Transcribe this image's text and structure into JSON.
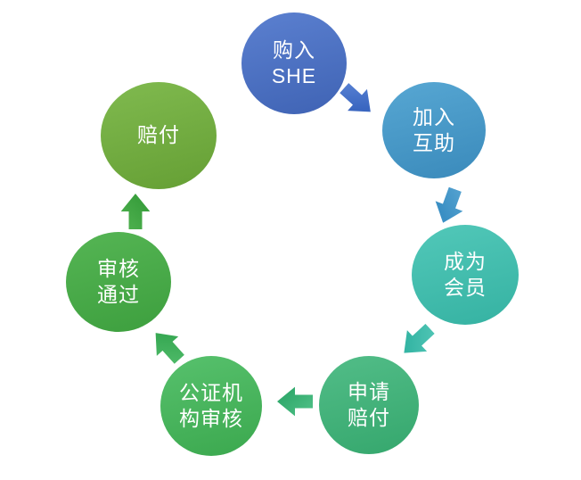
{
  "diagram": {
    "type": "cycle",
    "background": "#ffffff",
    "text_color": "#ffffff",
    "nodes": [
      {
        "id": "buy-she",
        "label": "购入SHE",
        "line1": "购入",
        "line2": "SHE",
        "color_light": "#5b80d0",
        "color_dark": "#3f63b4"
      },
      {
        "id": "join-mutual-aid",
        "label": "加入互助",
        "line1": "加入",
        "line2": "互助",
        "color_light": "#57a7d3",
        "color_dark": "#3a8abb"
      },
      {
        "id": "become-member",
        "label": "成为会员",
        "line1": "成为",
        "line2": "会员",
        "color_light": "#52c8b9",
        "color_dark": "#35b2a2"
      },
      {
        "id": "apply-compensation",
        "label": "申请赔付",
        "line1": "申请",
        "line2": "赔付",
        "color_light": "#52bd88",
        "color_dark": "#35a76d"
      },
      {
        "id": "notary-review",
        "label": "公证机构审核",
        "line1": "公证机",
        "line2": "构审核",
        "color_light": "#57c16d",
        "color_dark": "#3ba84e"
      },
      {
        "id": "review-passed",
        "label": "审核通过",
        "line1": "审核",
        "line2": "通过",
        "color_light": "#55b554",
        "color_dark": "#3d9f3e"
      },
      {
        "id": "compensation",
        "label": "赔付",
        "line1": "赔付",
        "line2": "",
        "color_light": "#80ba4f",
        "color_dark": "#659f34"
      }
    ],
    "arrows": [
      {
        "id": "arrow-1-2",
        "from": "buy-she",
        "to": "join-mutual-aid",
        "color_light": "#5c85d6",
        "color": "#3a66c0"
      },
      {
        "id": "arrow-2-3",
        "from": "join-mutual-aid",
        "to": "become-member",
        "color_light": "#5aa6d2",
        "color": "#3a8fc4"
      },
      {
        "id": "arrow-3-4",
        "from": "become-member",
        "to": "apply-compensation",
        "color_light": "#55c8b8",
        "color": "#35b5a4"
      },
      {
        "id": "arrow-4-5",
        "from": "apply-compensation",
        "to": "notary-review",
        "color_light": "#52c289",
        "color": "#33ab6e"
      },
      {
        "id": "arrow-5-6",
        "from": "notary-review",
        "to": "review-passed",
        "color_light": "#52bd6c",
        "color": "#38a954"
      },
      {
        "id": "arrow-6-7",
        "from": "review-passed",
        "to": "compensation",
        "color_light": "#52b351",
        "color": "#3aa03e"
      }
    ]
  }
}
